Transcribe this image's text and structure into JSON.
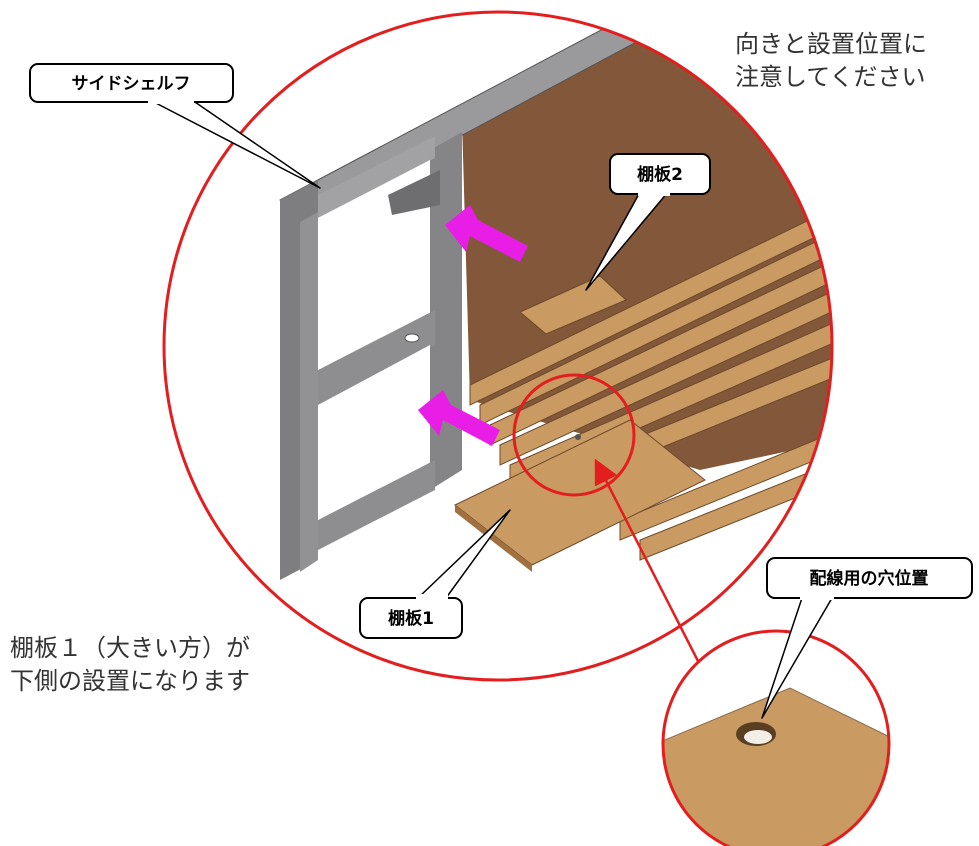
{
  "labels": {
    "side_shelf": "サイドシェルフ",
    "shelf2": "棚板2",
    "shelf1": "棚板1",
    "hole_position": "配線用の穴位置"
  },
  "notes": {
    "top_line1": "向きと設置位置に",
    "top_line2": "注意してください",
    "bottom_line1": "棚板１（大きい方）が",
    "bottom_line2": "下側の設置になります"
  },
  "colors": {
    "circle_outline": "#e41e1e",
    "arrow": "#e91ee6",
    "wood": "#c99a62",
    "back_panel": "#82573a",
    "frame": "#8a8a8c"
  },
  "icons": [
    "insert-arrow-icon",
    "insert-arrow-icon",
    "pointer-arrow-icon"
  ]
}
